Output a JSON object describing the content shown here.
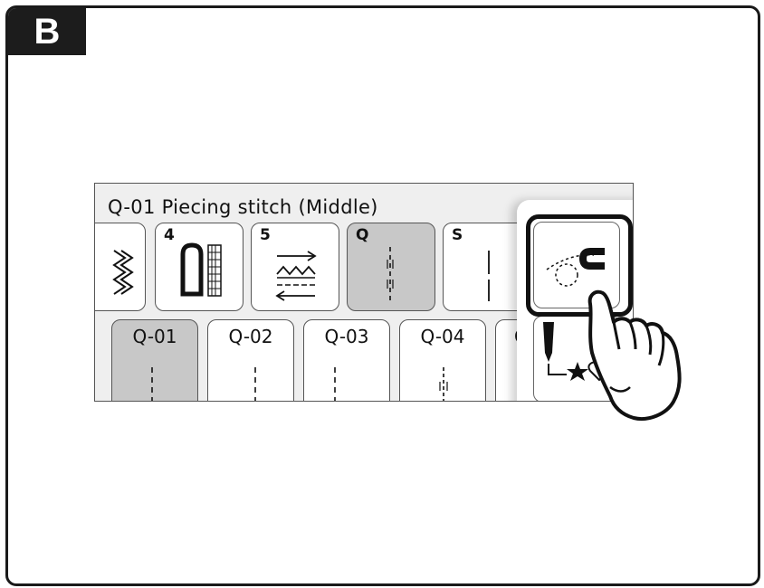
{
  "badge": "B",
  "screen": {
    "title": "Q-01 Piecing stitch (Middle)",
    "categories": [
      {
        "label": "",
        "icon": "zigzag-stitch-icon"
      },
      {
        "label": "4",
        "icon": "buttonhole-icon"
      },
      {
        "label": "5",
        "icon": "satin-stitch-icon"
      },
      {
        "label": "Q",
        "icon": "quilting-stitch-icon",
        "selected": true
      },
      {
        "label": "S",
        "icon": "straight-stitch-icon"
      }
    ],
    "stitches": [
      {
        "label": "Q-01",
        "selected": true
      },
      {
        "label": "Q-02"
      },
      {
        "label": "Q-03"
      },
      {
        "label": "Q-04"
      },
      {
        "label": "Q"
      }
    ],
    "side_panel": [
      {
        "icon": "presser-foot-guide-icon"
      },
      {
        "icon": "needle-decorative-icon"
      }
    ]
  }
}
